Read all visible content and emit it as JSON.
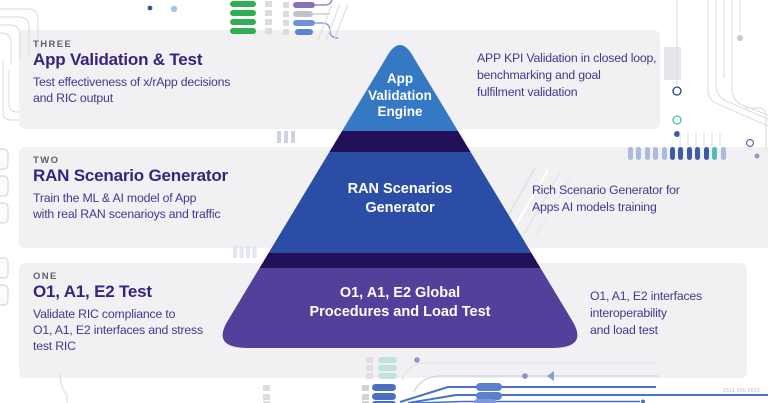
{
  "colors": {
    "card": "#F1F0F2",
    "tier1": "#3579C4",
    "band": "#221158",
    "tier2": "#2B4DA6",
    "tier3": "#53409B",
    "title": "#39237E",
    "body": "#4A3490",
    "label": "#5F5F68",
    "green": "#2FAE54",
    "teal": "#4CC0AE",
    "navypill": "#3E59A8",
    "lightpill": "#AEB9DE",
    "bluetrace": "#4A71C0",
    "trace": "#DFDFE3"
  },
  "stages": [
    {
      "label": "THREE",
      "title": "App Validation & Test",
      "desc1": "Test effectiveness of x/rApp decisions",
      "desc2": "and RIC output",
      "desc3": "",
      "tier1": "App",
      "tier2": "Validation",
      "tier3": "Engine",
      "note1": "APP KPI Validation in closed loop,",
      "note2": "benchmarking and goal",
      "note3": "fulfilment validation"
    },
    {
      "label": "TWO",
      "title": "RAN Scenario Generator",
      "desc1": "Train the ML & AI model of App",
      "desc2": "with real RAN scenarioys and traffic",
      "desc3": "",
      "tier1": "RAN Scenarios",
      "tier2": "Generator",
      "tier3": "",
      "note1": "Rich Scenario Generator for",
      "note2": "Apps AI models training",
      "note3": ""
    },
    {
      "label": "ONE",
      "title": "O1, A1, E2 Test",
      "desc1": "Validate RIC compliance to",
      "desc2": "O1, A1, E2 interfaces and stress",
      "desc3": "test RIC",
      "tier1": "O1, A1, E2 Global",
      "tier2": "Procedures and Load Test",
      "tier3": "",
      "note1": "O1, A1, E2 interfaces",
      "note2": "interoperability",
      "note3": "and load test"
    }
  ],
  "footer": {
    "doc_code": "1511 900 0623"
  }
}
